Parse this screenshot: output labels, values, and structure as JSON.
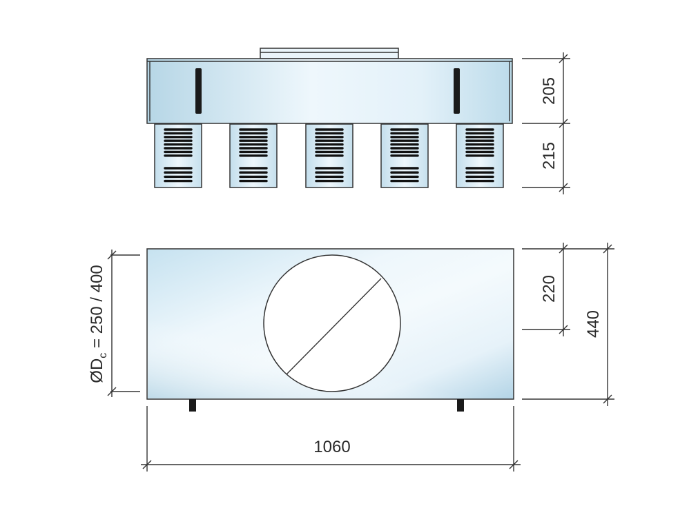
{
  "front_view": {
    "dimensions": {
      "box_height": "205",
      "spigot_height": "215"
    }
  },
  "top_view": {
    "dimensions": {
      "diameter_label_prefix": "ØD",
      "diameter_label_subscript": "c",
      "diameter_label_value": " = 250 / 400",
      "center_offset": "220",
      "total_depth": "440",
      "total_width": "1060"
    }
  },
  "colors": {
    "panel_light": "#f2f9fd",
    "panel_blue": "#b9d9ea",
    "outline": "#333333",
    "slot": "#111111"
  }
}
